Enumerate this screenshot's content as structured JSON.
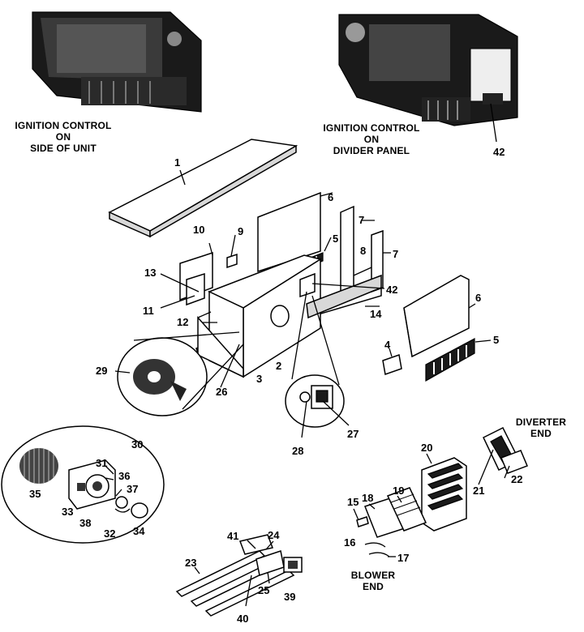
{
  "captions": {
    "left_line1": "IGNITION CONTROL",
    "left_line2": "ON",
    "left_line3": "SIDE OF UNIT",
    "right_line1": "IGNITION CONTROL",
    "right_line2": "ON",
    "right_line3": "DIVIDER PANEL",
    "diverter_line1": "DIVERTER",
    "diverter_line2": "END",
    "blower_line1": "BLOWER",
    "blower_line2": "END"
  },
  "part_numbers": {
    "p1": "1",
    "p2": "2",
    "p3": "3",
    "p4": "4",
    "p5a": "5",
    "p5b": "5",
    "p6a": "6",
    "p6b": "6",
    "p7a": "7",
    "p7b": "7",
    "p8": "8",
    "p9": "9",
    "p10": "10",
    "p11": "11",
    "p12": "12",
    "p13": "13",
    "p14": "14",
    "p15": "15",
    "p16": "16",
    "p17": "17",
    "p18": "18",
    "p19": "19",
    "p20": "20",
    "p21": "21",
    "p22": "22",
    "p23": "23",
    "p24": "24",
    "p25": "25",
    "p26": "26",
    "p27": "27",
    "p28": "28",
    "p29": "29",
    "p30": "30",
    "p31": "31",
    "p32": "32",
    "p33": "33",
    "p34": "34",
    "p35": "35",
    "p36": "36",
    "p37": "37",
    "p38": "38",
    "p39": "39",
    "p40": "40",
    "p41": "41",
    "p42a": "42",
    "p42b": "42"
  }
}
